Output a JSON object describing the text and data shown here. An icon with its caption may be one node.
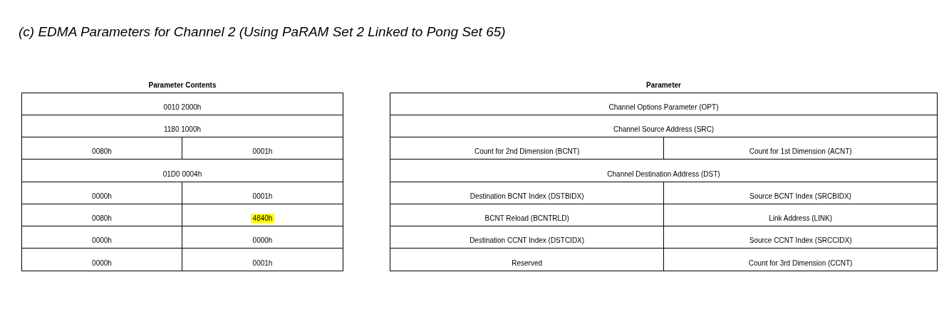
{
  "diagram": {
    "title": "(c) EDMA Parameters for Channel 2 (Using PaRAM Set 2 Linked to Pong Set 65)",
    "nodes": [
      {
        "text": [
          "Parameter Contents"
        ]
      },
      {
        "text": [
          "0010 2000h"
        ],
        "in": 0
      },
      {
        "text": [
          "1180 1000h"
        ],
        "in": 0
      },
      {
        "text": [
          "0080h"
        ],
        "in": 0
      },
      {
        "text": [
          "0001h"
        ],
        "in": 0
      },
      {
        "text": [
          "01D0 0004h"
        ],
        "in": 0
      },
      {
        "text": [
          "0000h"
        ],
        "in": 0
      },
      {
        "text": [
          "0001h"
        ],
        "in": 0
      },
      {
        "text": [
          "0080h"
        ],
        "in": 0
      },
      {
        "text": [
          "4840h"
        ],
        "in": 0
      },
      {
        "text": [
          "0000h"
        ],
        "in": 0
      },
      {
        "text": [
          "0000h"
        ],
        "in": 0
      },
      {
        "text": [
          "0000h"
        ],
        "in": 0
      },
      {
        "text": [
          "0001h"
        ],
        "in": 0
      },
      {
        "text": [
          "Parameter"
        ]
      },
      {
        "text": [
          "Channel Options Parameter (OPT)"
        ],
        "in": 14
      },
      {
        "text": [
          "Channel Source Address (SRC)"
        ],
        "in": 14
      },
      {
        "text": [
          "Count for 2nd Dimension (BCNT)"
        ],
        "in": 14
      },
      {
        "text": [
          "Count for 1st Dimension (ACNT)"
        ],
        "in": 14
      },
      {
        "text": [
          "Channel Destination Address (DST)"
        ],
        "in": 14
      },
      {
        "text": [
          "Destination BCNT Index (DSTBIDX)"
        ],
        "in": 14
      },
      {
        "text": [
          "Source BCNT Index (SRCBIDX)"
        ],
        "in": 14
      },
      {
        "text": [
          "BCNT Reload (BCNTRLD)"
        ],
        "in": 14
      },
      {
        "text": [
          "Link Address (LINK)"
        ],
        "in": 14
      },
      {
        "text": [
          "Destination CCNT Index (DSTCIDX)"
        ],
        "in": 14
      },
      {
        "text": [
          "Source CCNT Index (SRCCIDX)"
        ],
        "in": 14
      },
      {
        "text": [
          "Reserved"
        ],
        "in": 14
      },
      {
        "text": [
          "Count for 3rd Dimension (CCNT)"
        ],
        "in": 14
      }
    ],
    "edges": []
  }
}
